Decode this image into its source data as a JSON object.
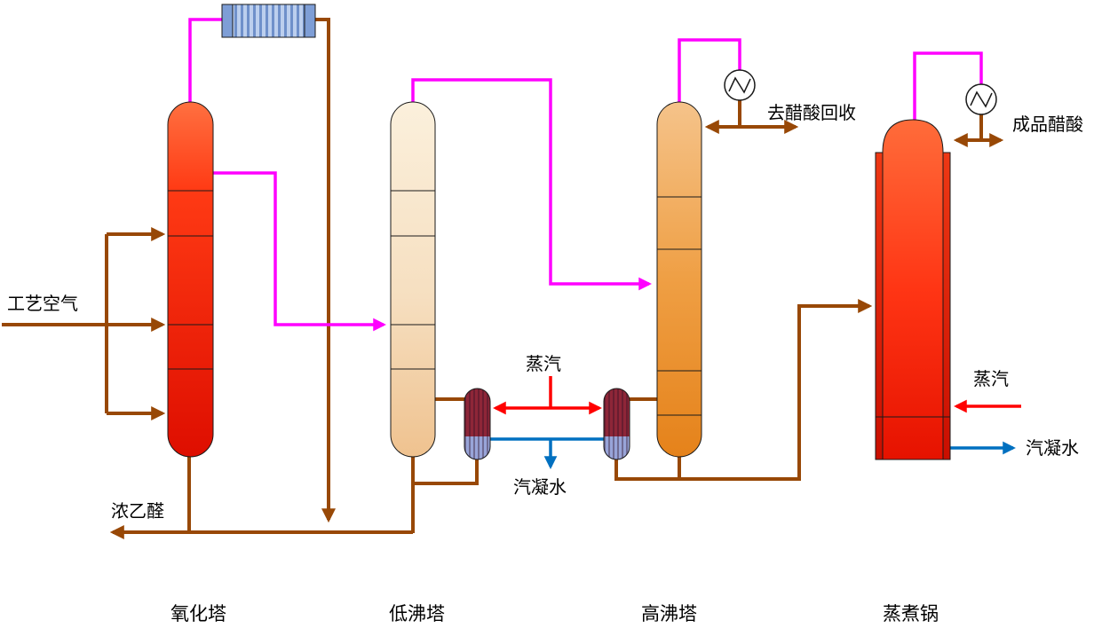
{
  "diagram": {
    "streams": {
      "process_air": "工艺空气",
      "concentrated_acetaldehyde": "浓乙醛",
      "steam": "蒸汽",
      "steam_condensate": "汽凝水",
      "to_acetic_acid_recovery": "去醋酸回收",
      "finished_acetic_acid": "成品醋酸"
    },
    "equipment": {
      "oxidation_tower": "氧化塔",
      "low_boiling_tower": "低沸塔",
      "high_boiling_tower": "高沸塔",
      "boiling_pot": "蒸煮锅"
    },
    "colors": {
      "pipe_brown": "#984806",
      "vapor_magenta": "#FF00FF",
      "steam_red": "#FF0000",
      "condensate_blue": "#0070C0",
      "oxidation_tower": "#E81400",
      "low_boiling_tower": "#F3D9B0",
      "high_boiling_tower": "#ED9535",
      "boiling_pot": "#E62000",
      "overhead_exchanger": "#BCCFEE",
      "reboiler_top": "#8E2638",
      "reboiler_bottom": "#98A4D8"
    }
  }
}
